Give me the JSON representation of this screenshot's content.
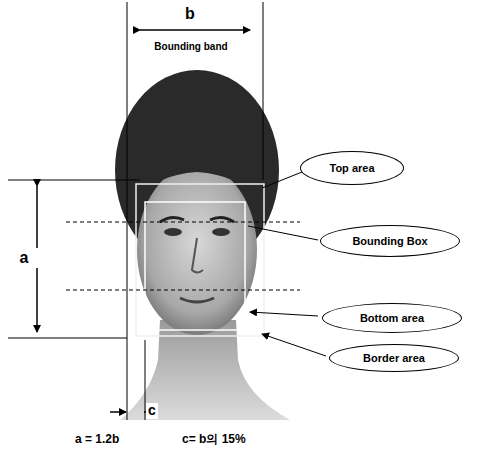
{
  "diagram": {
    "nodes": [
      {
        "text": [
          "Top area"
        ]
      },
      {
        "text": [
          "Bounding Box"
        ]
      },
      {
        "text": [
          "Bottom area"
        ]
      },
      {
        "text": [
          "Border area"
        ]
      }
    ],
    "labels": [
      "b",
      "Bounding band",
      "a",
      "c",
      "a = 1.2b",
      "c= b의 15%"
    ]
  }
}
